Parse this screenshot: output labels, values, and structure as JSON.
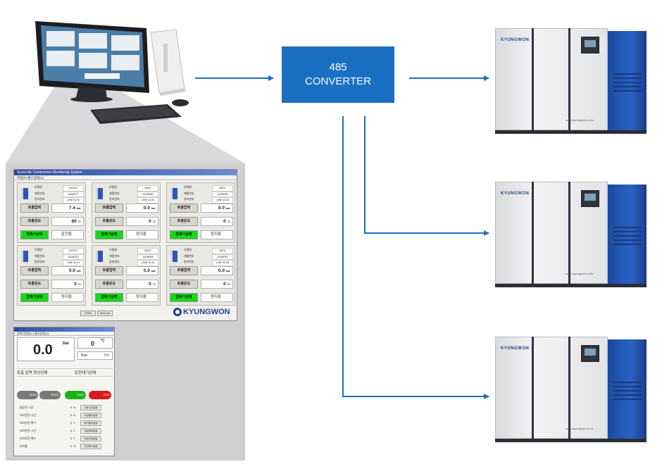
{
  "converter": {
    "line1": "485",
    "line2": "CONVERTER"
  },
  "compressor": {
    "brand": "KYUNGWON",
    "url": "www.skyungwon.co.kr"
  },
  "monitor_title": "Screw Air Compressor Monitoring System",
  "monitor_menu": "파일(F)  통신설정(C)",
  "units": [
    {
      "model": "AS02V",
      "serial": "1409077",
      "line": "LINE A-01",
      "pressure": "7.4",
      "temp": "80",
      "state": "운전중"
    },
    {
      "model": "AS01",
      "serial": "1409080",
      "line": "LINE A-02",
      "pressure": "0.0",
      "temp": "0",
      "state": "정지중"
    },
    {
      "model": "AS01",
      "serial": "1409089",
      "line": "LINE A-03",
      "pressure": "0.0",
      "temp": "0",
      "state": "정지중"
    },
    {
      "model": "AS01V",
      "serial": "1408012",
      "line": "LINE B-01",
      "pressure": "0.0",
      "temp": "0",
      "state": "정지중"
    },
    {
      "model": "AS01",
      "serial": "1408056",
      "line": "LINE B-02",
      "pressure": "0.0",
      "temp": "0",
      "state": "정지중"
    },
    {
      "model": "AS01",
      "serial": "1408057",
      "line": "LINE B-03",
      "pressure": "0.0",
      "temp": "0",
      "state": "정지중"
    }
  ],
  "unit_labels": {
    "model": "모델명",
    "serial": "제품번호",
    "line": "장비번호",
    "pressure": "토출압력",
    "temp": "토출온도",
    "state": "압축기상태",
    "bar": "bar",
    "celsius": "°C"
  },
  "logo": "KYUNGWON",
  "bottom_buttons": [
    "CH01",
    "WeChat"
  ],
  "detail": {
    "menu": "압축기설정(C)   통신설정(S)",
    "pressure": "0.0",
    "pressure_unit": "bar",
    "temp": "0",
    "temp_unit": "°C",
    "run_label": "Run",
    "run_value": "0 h",
    "status_left": "토출 압력 정상상태",
    "status_right": "운전대기상태",
    "btn_menu": "MENU",
    "btn_reset": "RESET",
    "btn_start": "START",
    "btn_stop": "STOP",
    "rows": [
      {
        "name": "총운전 시간",
        "value": "0",
        "unit": "H",
        "button": "가동시간설정"
      },
      {
        "name": "모터운전 시간",
        "value": "0",
        "unit": "H",
        "button": "오일필터설정"
      },
      {
        "name": "모터운전 횟수",
        "value": "0",
        "unit": "T",
        "button": "에어필터설정"
      },
      {
        "name": "부하운전 시간",
        "value": "0",
        "unit": "T",
        "button": "오일세퍼설정"
      },
      {
        "name": "부하운전 횟수",
        "value": "0",
        "unit": "T",
        "button": "오일교체설정"
      },
      {
        "name": "부하율",
        "value": "0",
        "unit": "%",
        "button": "오인체크설정"
      }
    ]
  },
  "colors": {
    "arrow": "#1b6fc2",
    "converter": "#1b6fc2",
    "compressor_side": "#2a62c4",
    "state_green": "#16d916"
  }
}
